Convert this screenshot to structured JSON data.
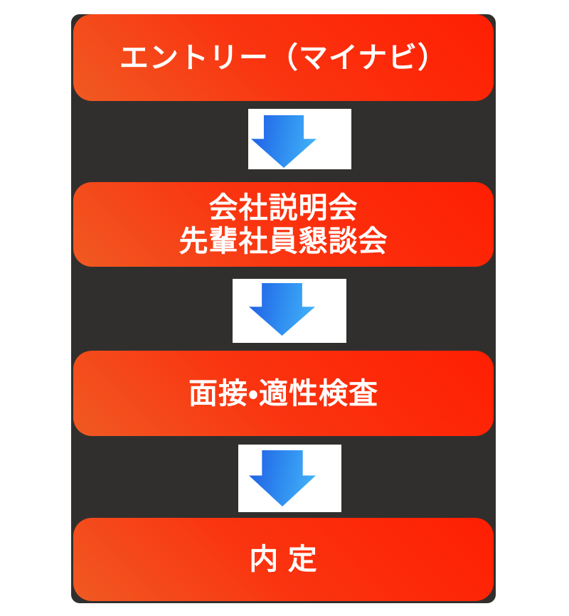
{
  "diagram": {
    "title_semantic": "recruitment-flow",
    "steps": [
      {
        "lines": [
          "エントリー（マイナビ）"
        ]
      },
      {
        "lines": [
          "会社説明会",
          "先輩社員懇談会"
        ]
      },
      {
        "lines": [
          "面接・適性検査"
        ]
      },
      {
        "lines": [
          "内 定"
        ]
      }
    ],
    "colors": {
      "panel": "#312f2e",
      "box_gradient_start": "#ff1e02",
      "box_gradient_mid": "#fa3410",
      "box_gradient_end": "#f05a22",
      "arrow_gradient_start": "#1f5ce4",
      "arrow_gradient_mid": "#2f8cf0",
      "arrow_gradient_end": "#45b7f8",
      "text": "#ffffff",
      "arrow_background": "#ffffff",
      "page_background": "#ffffff"
    }
  }
}
